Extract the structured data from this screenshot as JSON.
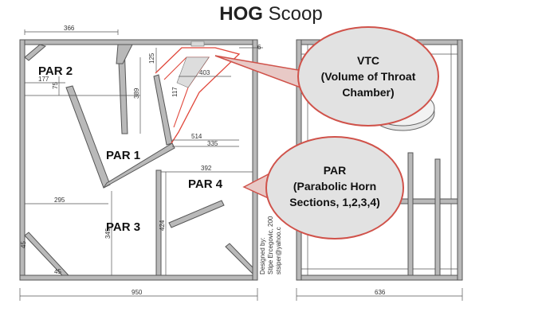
{
  "title": {
    "bold": "HOG",
    "rest": " Scoop"
  },
  "labels": {
    "par2": "PAR 2",
    "par1": "PAR 1",
    "par3": "PAR 3",
    "par4": "PAR 4"
  },
  "dimensions": {
    "d366": "366",
    "d177": "177",
    "d75": "75",
    "d125": "125",
    "d389": "389",
    "d117": "117",
    "d403": "403",
    "d6": "6",
    "d514": "514",
    "d335": "335",
    "d392": "392",
    "d295": "295",
    "d345": "345",
    "d424": "424",
    "d45a": "45",
    "d45b": "45",
    "d950": "950",
    "d636": "636"
  },
  "callouts": {
    "vtc": [
      "VTC",
      "(Volume of Throat",
      "Chamber)"
    ],
    "par": [
      "PAR",
      "(Parabolic Horn",
      "Sections, 1,2,3,4)"
    ]
  },
  "credit": [
    "Designed by:",
    "Stipe Ercegovic, 200",
    "stsiper@yahoo.c"
  ]
}
